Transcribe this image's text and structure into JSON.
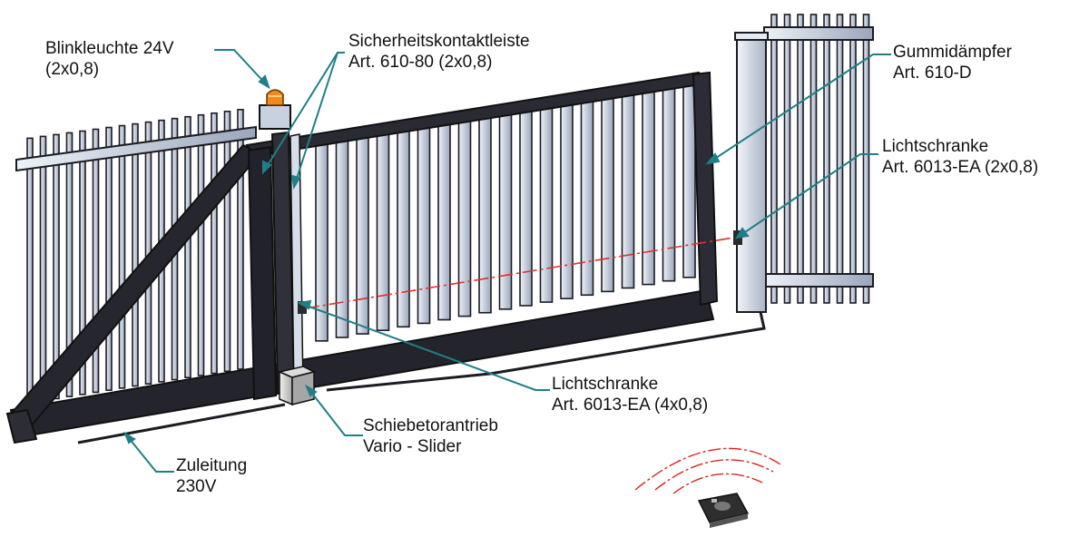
{
  "labels": {
    "blinkleuchte": {
      "name": "Blinkleuchte 24V",
      "spec": "(2x0,8)"
    },
    "sicherheitskontaktleiste": {
      "name": "Sicherheitskontaktleiste",
      "spec": "Art. 610-80 (2x0,8)"
    },
    "gummidaempfer": {
      "name": "Gummidämpfer",
      "spec": "Art. 610-D"
    },
    "lichtschranke_post": {
      "name": "Lichtschranke",
      "spec": "Art. 6013-EA (2x0,8)"
    },
    "lichtschranke_gate": {
      "name": "Lichtschranke",
      "spec": "Art. 6013-EA (4x0,8)"
    },
    "antrieb": {
      "name": "Schiebetorantrieb",
      "spec": "Vario - Slider"
    },
    "zuleitung": {
      "name": "Zuleitung",
      "spec": "230V"
    }
  },
  "colors": {
    "leader": "#1f7f86",
    "frame": "#1b1b22",
    "bar_fill": "#cfd8e8",
    "bar_stroke": "#1b1b22",
    "post_fill": "#c6cfdf",
    "lamp": "#f08a1e",
    "beam": "#e0302a",
    "signal": "#d8241c"
  },
  "icons": {
    "lamp": "warning-light-icon",
    "motor": "gate-motor-icon",
    "remote": "remote-control-icon",
    "signal": "radio-signal-icon"
  }
}
